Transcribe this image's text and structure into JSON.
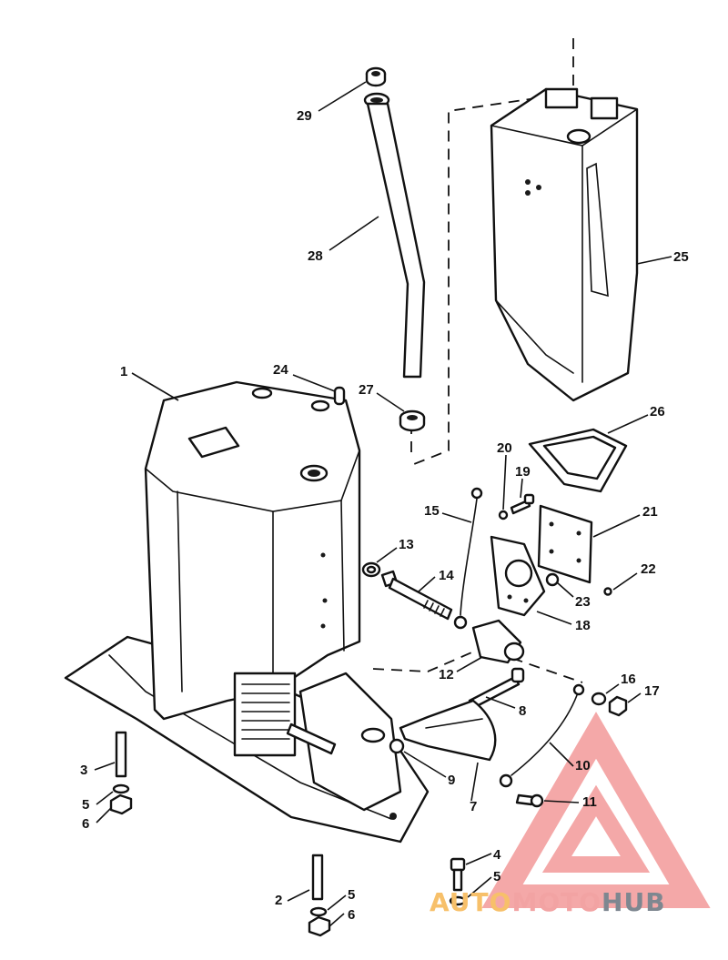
{
  "diagram": {
    "callouts": [
      {
        "id": "c29",
        "text": "29"
      },
      {
        "id": "c28",
        "text": "28"
      },
      {
        "id": "c25",
        "text": "25"
      },
      {
        "id": "c1",
        "text": "1"
      },
      {
        "id": "c24",
        "text": "24"
      },
      {
        "id": "c27",
        "text": "27"
      },
      {
        "id": "c26",
        "text": "26"
      },
      {
        "id": "c20",
        "text": "20"
      },
      {
        "id": "c19",
        "text": "19"
      },
      {
        "id": "c15",
        "text": "15"
      },
      {
        "id": "c21",
        "text": "21"
      },
      {
        "id": "c13",
        "text": "13"
      },
      {
        "id": "c14",
        "text": "14"
      },
      {
        "id": "c22",
        "text": "22"
      },
      {
        "id": "c23",
        "text": "23"
      },
      {
        "id": "c18",
        "text": "18"
      },
      {
        "id": "c12",
        "text": "12"
      },
      {
        "id": "c16",
        "text": "16"
      },
      {
        "id": "c17",
        "text": "17"
      },
      {
        "id": "c8",
        "text": "8"
      },
      {
        "id": "c10",
        "text": "10"
      },
      {
        "id": "c3",
        "text": "3"
      },
      {
        "id": "c9",
        "text": "9"
      },
      {
        "id": "c5a",
        "text": "5"
      },
      {
        "id": "c6a",
        "text": "6"
      },
      {
        "id": "c7",
        "text": "7"
      },
      {
        "id": "c11",
        "text": "11"
      },
      {
        "id": "c4",
        "text": "4"
      },
      {
        "id": "c2",
        "text": "2"
      },
      {
        "id": "c5b",
        "text": "5"
      },
      {
        "id": "c5c",
        "text": "5"
      },
      {
        "id": "c6b",
        "text": "6"
      }
    ]
  },
  "watermark": {
    "part1": "AUTO",
    "part2": "MOTO",
    "part3": "HUB",
    "colors": {
      "auto": "#f7c06a",
      "moto": "#f2a3a3",
      "hub": "#7e8790",
      "triangle": "#f4a8a8"
    }
  }
}
